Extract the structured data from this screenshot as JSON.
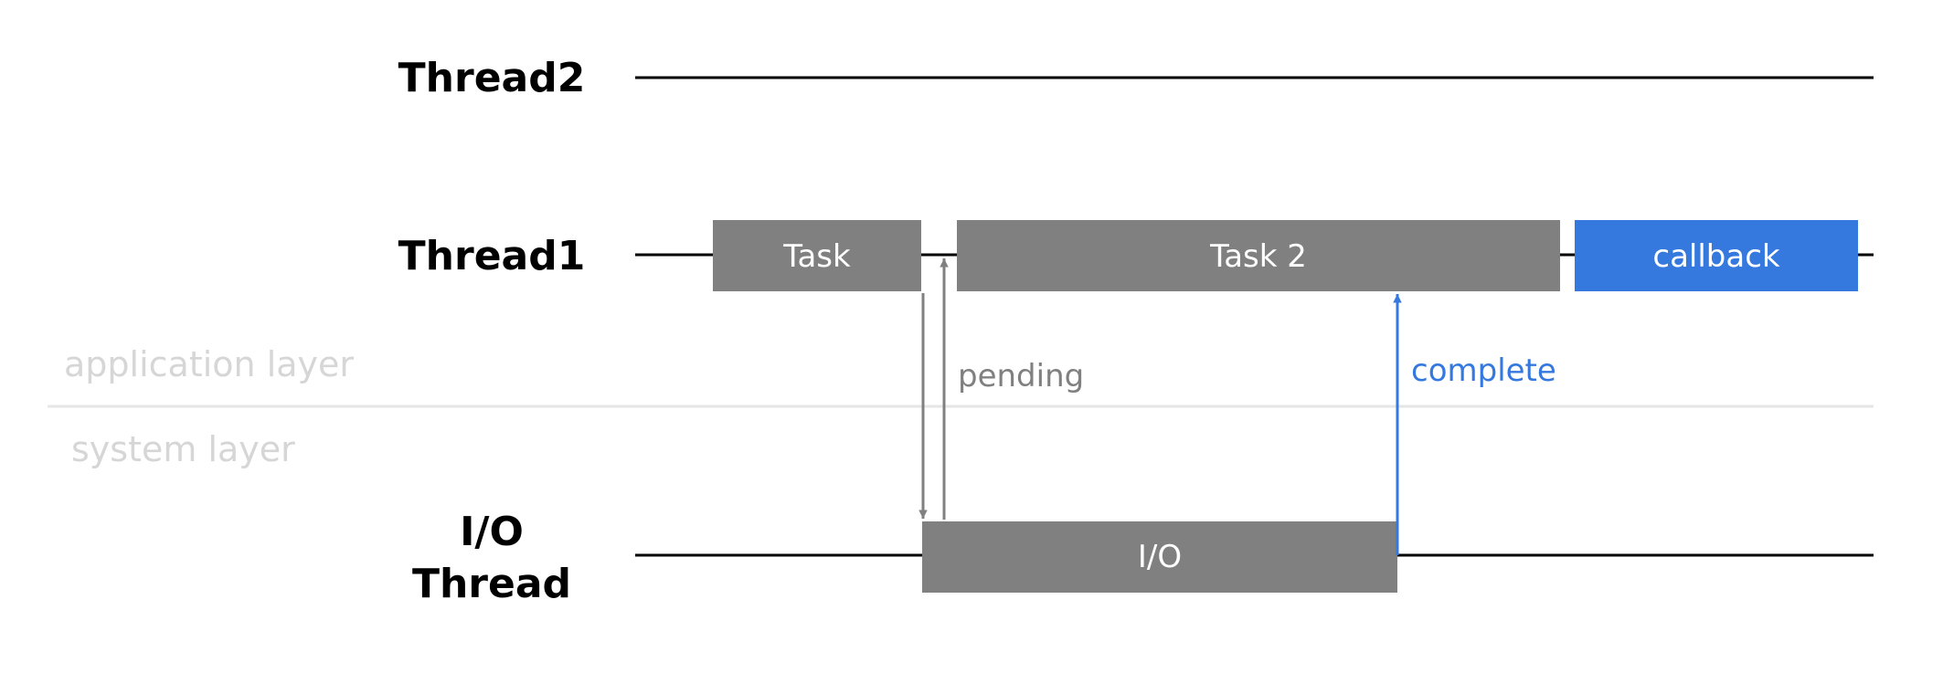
{
  "threads": {
    "thread2": "Thread2",
    "thread1": "Thread1",
    "io_line1": "I/O",
    "io_line2": "Thread"
  },
  "layers": {
    "application": "application layer",
    "system": "system layer"
  },
  "boxes": {
    "task": "Task",
    "task2": "Task 2",
    "callback": "callback",
    "io": "I/O"
  },
  "arrows": {
    "pending": "pending",
    "complete": "complete"
  },
  "colors": {
    "task_gray": "#808080",
    "callback_blue": "#3579df",
    "timeline": "#000000",
    "layer_text": "#d6d6d6",
    "divider": "#e6e6e6"
  }
}
